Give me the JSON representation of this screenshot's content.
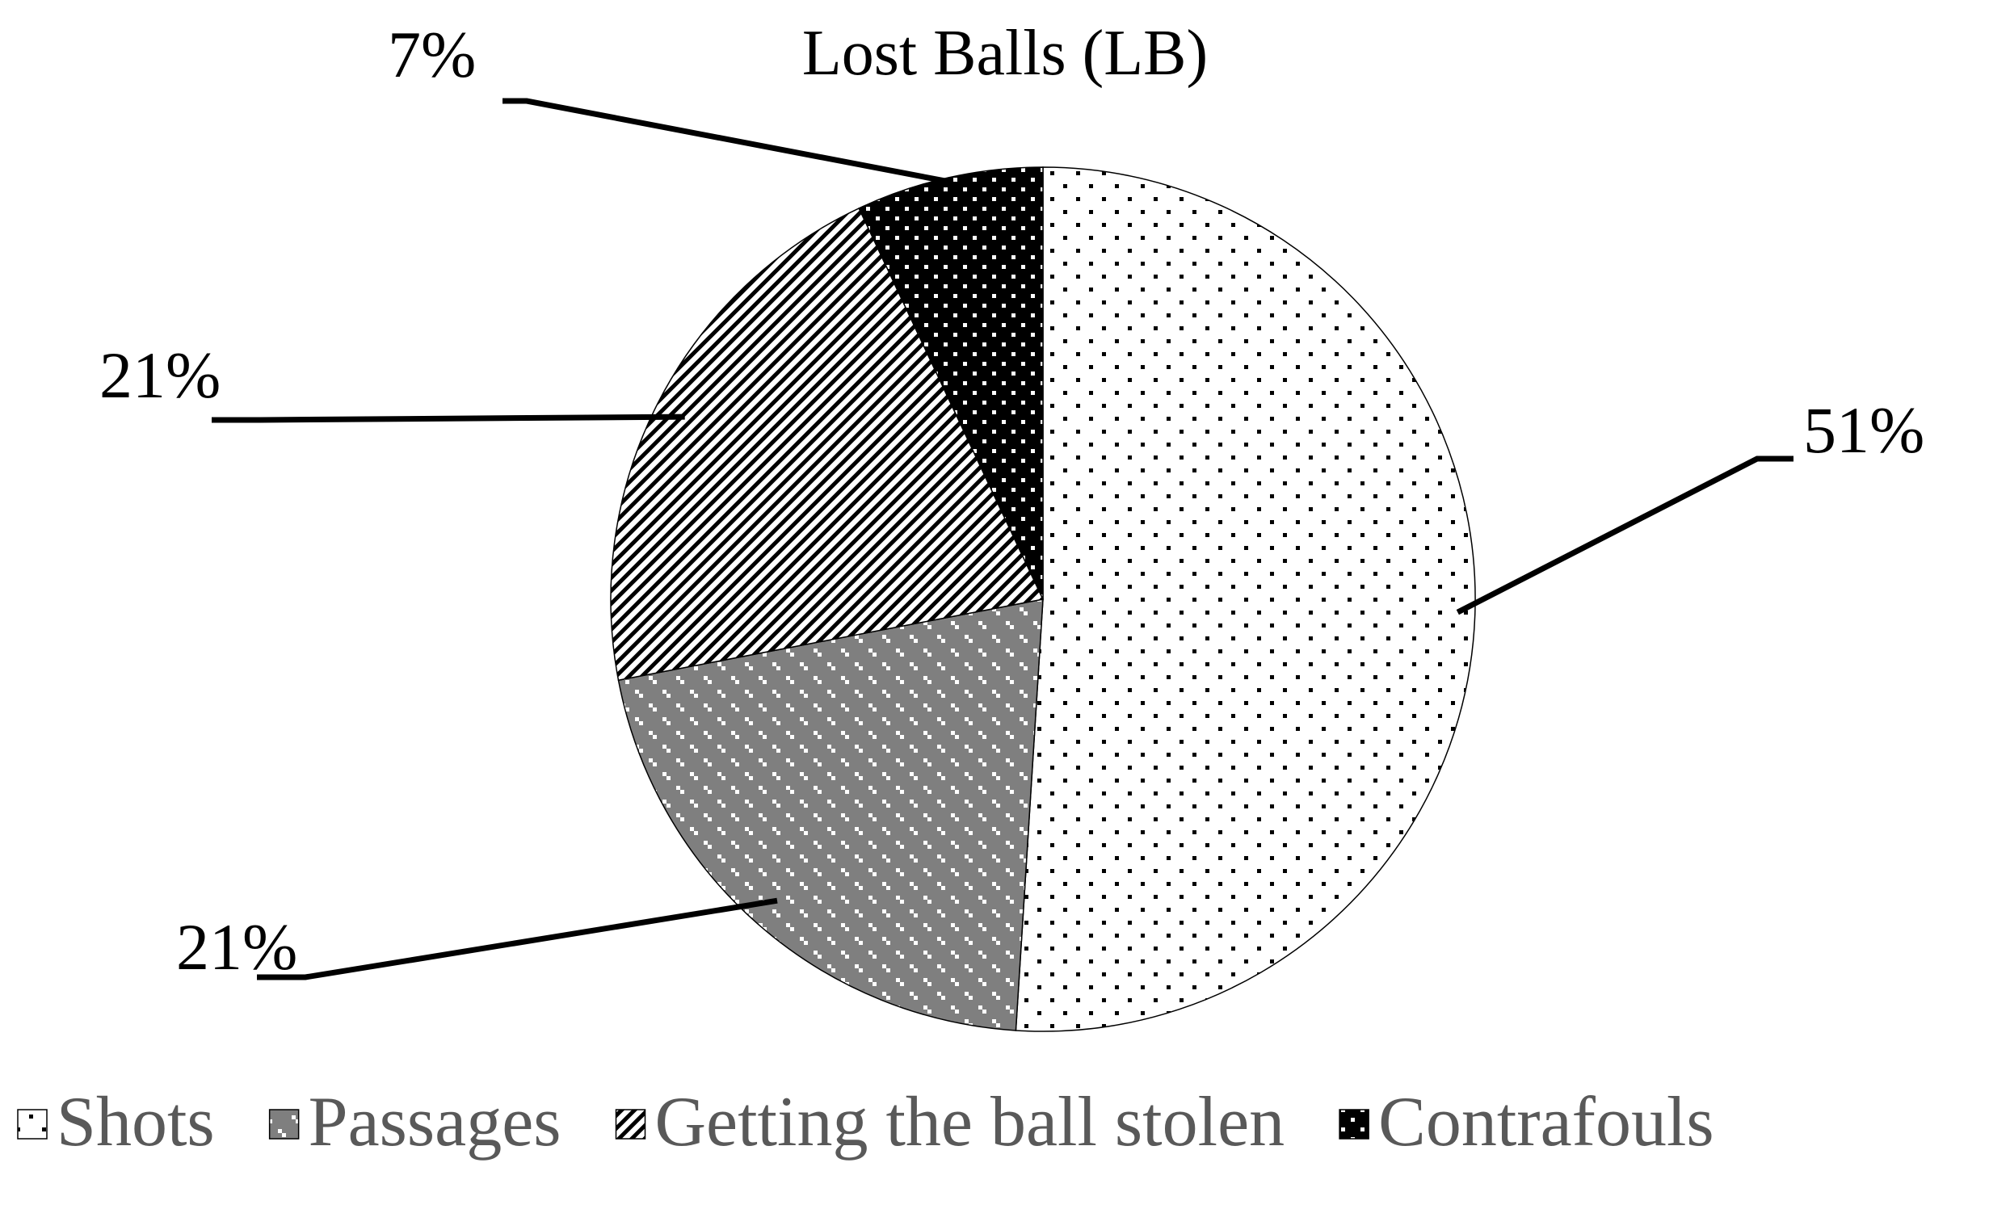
{
  "chart_data": {
    "type": "pie",
    "title": "Lost Balls (LB)",
    "start_angle_deg": 0,
    "direction": "clockwise",
    "slices": [
      {
        "name": "Shots",
        "value": 51,
        "label": "51%",
        "fill": "#ffffff",
        "pattern": "dots",
        "pattern_ink": "#000000"
      },
      {
        "name": "Passages",
        "value": 21,
        "label": "21%",
        "fill": "#7f7f7f",
        "pattern": "sparse-diamonds",
        "pattern_ink": "#ffffff"
      },
      {
        "name": "Getting the ball stolen",
        "value": 21,
        "label": "21%",
        "fill": "#ffffff",
        "pattern": "diagonal-stripes",
        "pattern_ink": "#000000"
      },
      {
        "name": "Contrafouls",
        "value": 7,
        "label": "7%",
        "fill": "#000000",
        "pattern": "dots",
        "pattern_ink": "#ffffff"
      }
    ],
    "legend_position": "bottom"
  }
}
